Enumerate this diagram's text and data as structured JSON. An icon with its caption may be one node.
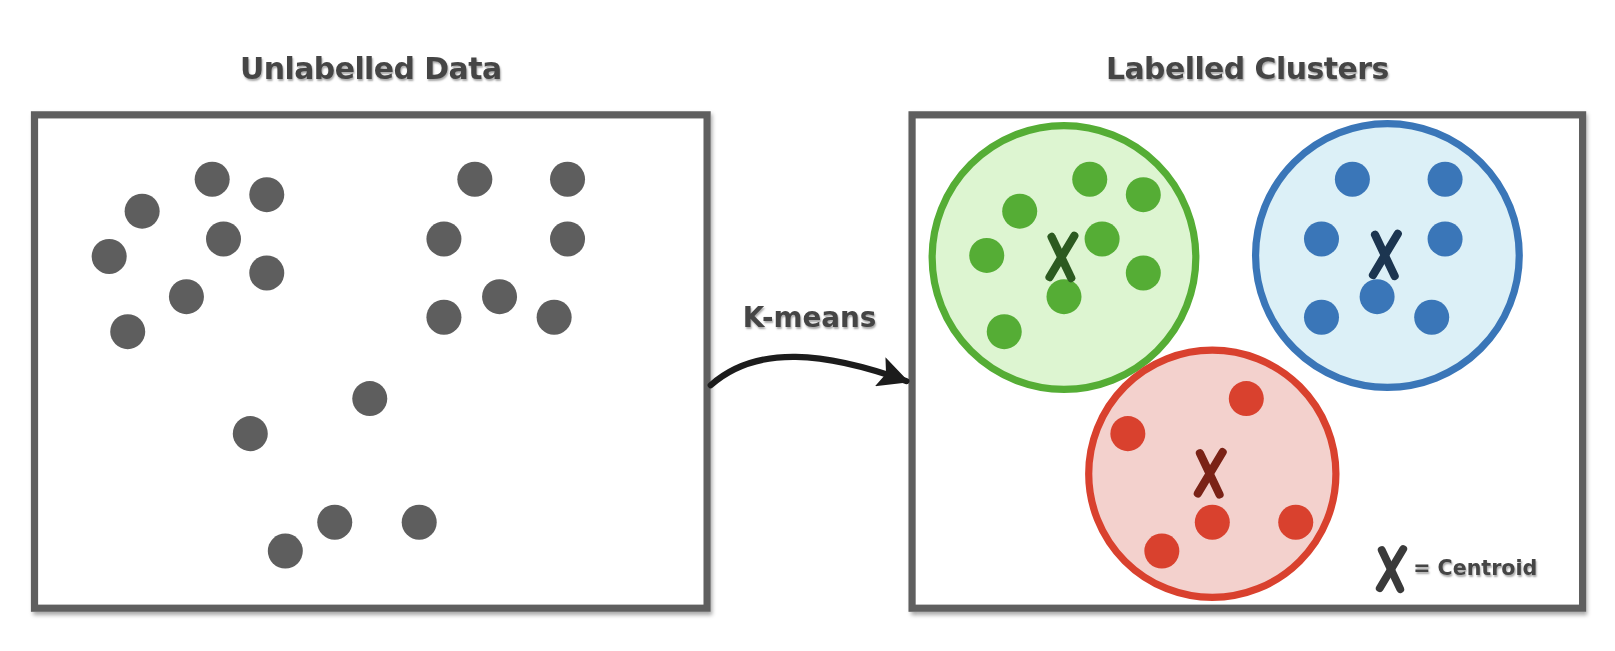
{
  "diagram": {
    "nodes": [
      {
        "text": [
          "Unlabelled Data"
        ]
      },
      {
        "text": [
          "Labelled Clusters"
        ]
      }
    ],
    "edges": [
      {
        "from": 0,
        "to": 1,
        "arrow": "to",
        "label": "K-means"
      }
    ],
    "legend": [
      {
        "text": "= Centroid"
      }
    ]
  }
}
